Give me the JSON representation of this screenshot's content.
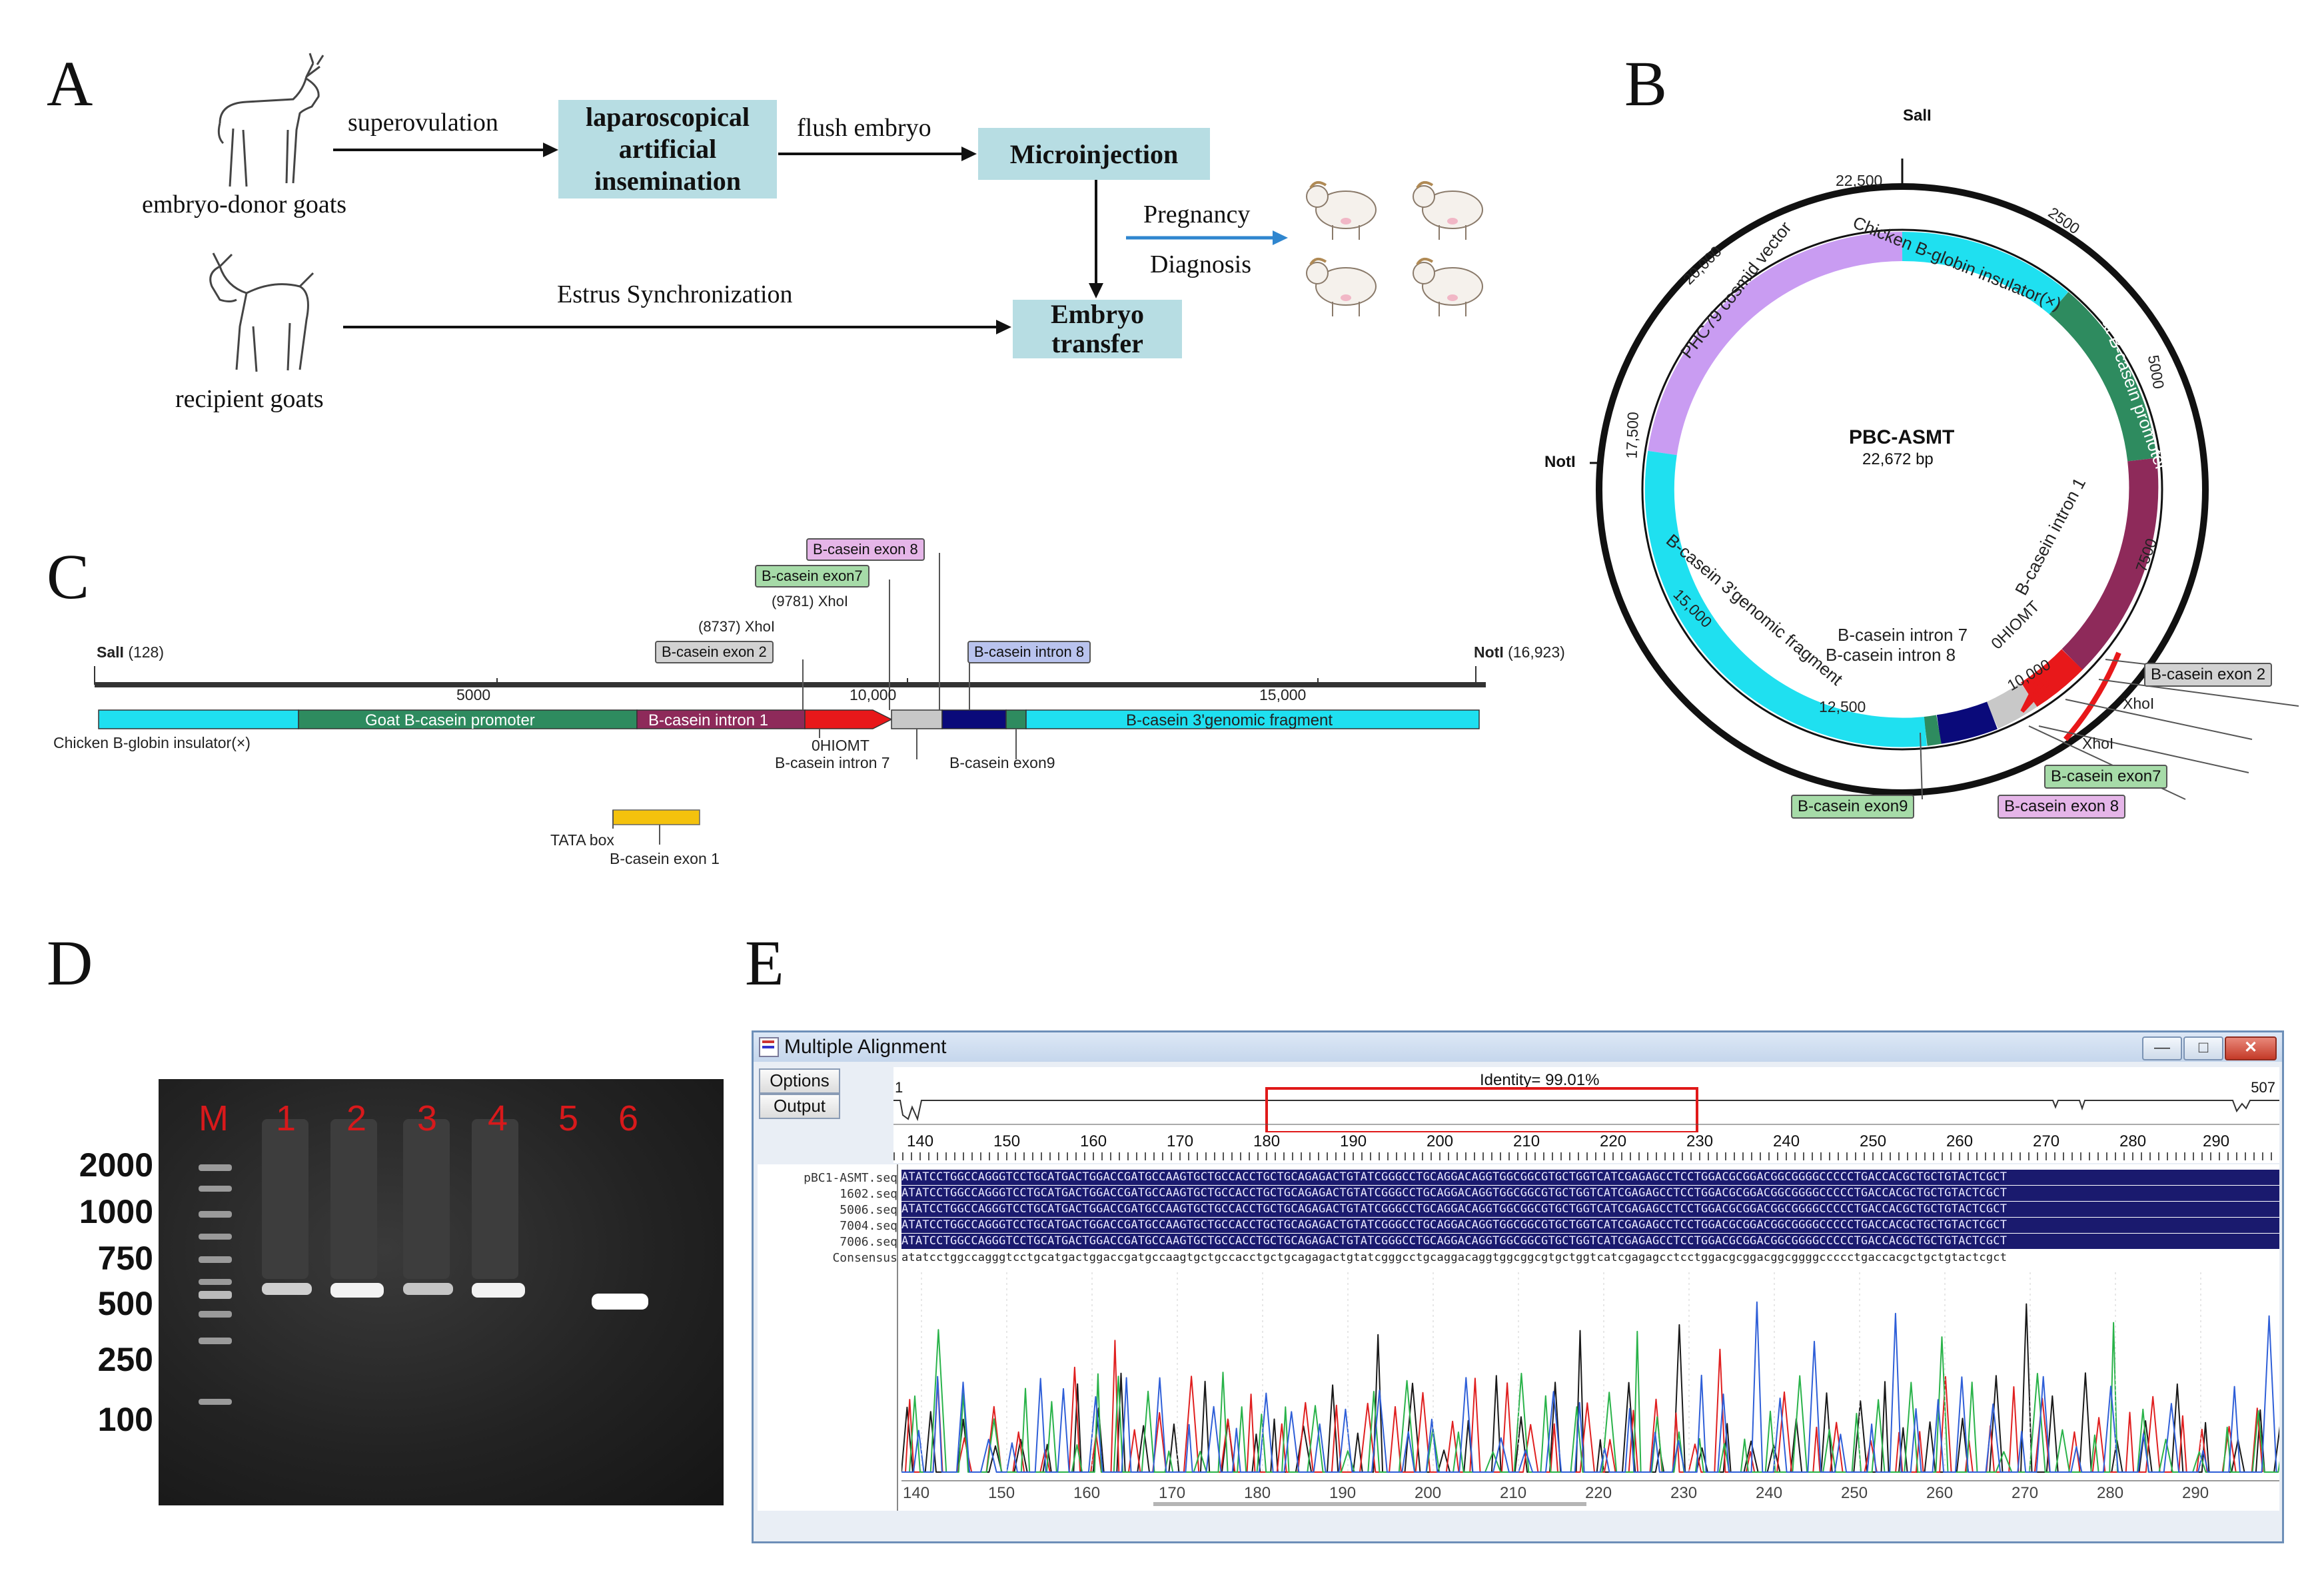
{
  "panels": {
    "a": "A",
    "b": "B",
    "c": "C",
    "d": "D",
    "e": "E"
  },
  "panel_a": {
    "donor_label": "embryo-donor goats",
    "recipient_label": "recipient goats",
    "superovulation": "superovulation",
    "box1_line1": "laparoscopical",
    "box1_line2": "artificial",
    "box1_line3": "insemination",
    "flush": "flush embryo",
    "box2": "Microinjection",
    "estrus": "Estrus Synchronization",
    "box3_line1": "Embryo",
    "box3_line2": "transfer",
    "pregnancy": "Pregnancy",
    "diagnosis": "Diagnosis"
  },
  "panel_b": {
    "name": "PBC-ASMT",
    "size": "22,672 bp",
    "sal": "SalI",
    "not": "NotI",
    "tick_22500": "22,500",
    "tick_2500": "2500",
    "tick_5000": "5000",
    "tick_7500": "7500",
    "tick_10000": "10,000",
    "tick_12500": "12,500",
    "tick_15000": "15,000",
    "tick_17500": "17,500",
    "tick_20000": "20,000",
    "arc_vector": "PHC79 cosmid vector",
    "arc_insulator": "Chicken B-globin insulator(×)",
    "arc_promoter": "Goat B-casein promoter",
    "arc_intron1": "B-casein intron 1",
    "arc_ohiomt": "0HIOMT",
    "arc_intron7": "B-casein intron 7",
    "arc_intron8": "B-casein intron 8",
    "arc_3genomic": "B-casein 3'genomic fragment",
    "tag_exon2": "B-casein exon 2",
    "xho1": "XhoI",
    "xho2": "XhoI",
    "tag_exon7": "B-casein exon7",
    "tag_exon8": "B-casein exon 8",
    "tag_exon9": "B-casein exon9"
  },
  "panel_c": {
    "sal": "SalI",
    "sal_pos": "(128)",
    "not": "NotI",
    "not_pos": "(16,923)",
    "tick_5000": "5000",
    "tick_10000": "10,000",
    "tick_15000": "15,000",
    "tag_exon8": "B-casein exon 8",
    "tag_exon7": "B-casein exon7",
    "xho_9781": "(9781)  XhoI",
    "xho_8737": "(8737)  XhoI",
    "tag_exon2": "B-casein exon 2",
    "tag_intron8": "B-casein intron 8",
    "seg_promoter": "Goat B-casein promoter",
    "seg_intron1": "B-casein intron 1",
    "seg_3genomic": "B-casein 3'genomic  fragment",
    "insulator": "Chicken B-globin insulator(×)",
    "ohiomt": "0HIOMT",
    "intron7": "B-casein intron 7",
    "exon9": "B-casein exon9",
    "tata": "TATA  box",
    "exon1": "B-casein exon 1"
  },
  "panel_d": {
    "ladder": [
      "2000",
      "1000",
      "750",
      "500",
      "250",
      "100"
    ],
    "lanes": [
      "M",
      "1",
      "2",
      "3",
      "4",
      "5",
      "6"
    ]
  },
  "panel_e": {
    "title": "Multiple Alignment",
    "options": "Options",
    "output": "Output",
    "identity": "Identity= 99.01%",
    "start": "1",
    "end": "507",
    "ruler": [
      "140",
      "150",
      "160",
      "170",
      "180",
      "190",
      "200",
      "210",
      "220",
      "230",
      "240",
      "250",
      "260",
      "270",
      "280",
      "290"
    ],
    "names": [
      "pBC1-ASMT.seq",
      "1602.seq",
      "5006.seq",
      "7004.seq",
      "7006.seq",
      "Consensus"
    ],
    "seq": "ATATCCTGGCCAGGGTCCTGCATGACTGGACCGATGCCAAGTGCTGCCACCTGCTGCAGAGACTGTATCGGGCCTGCAGGACAGGTGGCGGCGTGCTGGTCATCGAGAGCCTCCTGGACGCGGACGGCGGGGCCCCCTGACCACGCTGCTGTACTCGCT",
    "consensus_seq": "atatcctggccagggtcctgcatgactggaccgatgccaagtgctgccacctgctgcagagactgtatcgggcctgcaggacaggtggcggcgtgctggtcatcgagagcctcctggacgcggacggcggggccccctgaccacgctgctgtactcgct"
  },
  "colors": {
    "cyan": "#1fe0f0",
    "green": "#2e8b5f",
    "maroon": "#8e2a5a",
    "red": "#e8181a",
    "purple": "#c99cf2",
    "navy": "#0a0a7a",
    "box_blue": "#b7dde3"
  }
}
